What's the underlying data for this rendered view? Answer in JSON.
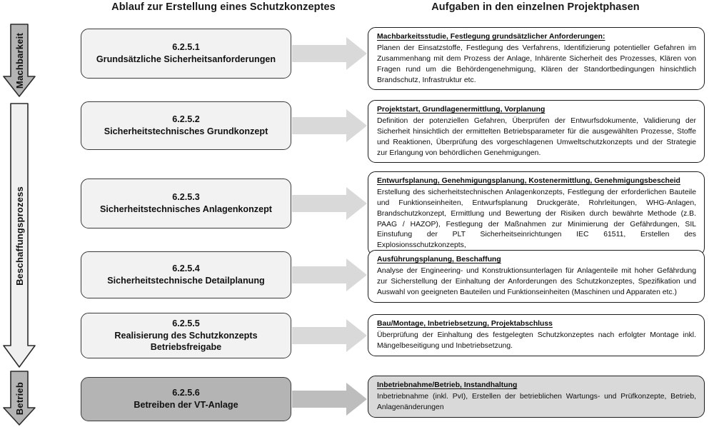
{
  "headers": {
    "left": "Ablauf zur Erstellung eines Schutzkonzeptes",
    "right": "Aufgaben in den einzelnen Projektphasen"
  },
  "phases": [
    {
      "label": "Machbarkeit",
      "fill": "#b4b4b4"
    },
    {
      "label": "Beschaffungsprozess",
      "fill": "#f0f0f0"
    },
    {
      "label": "Betrieb",
      "fill": "#b4b4b4"
    }
  ],
  "rows": [
    {
      "step_id": "6.2.5.1",
      "step_title": "Grundsätzliche Sicherheitsanforderungen",
      "task_head": "Machbarkeitsstudie, Festlegung grundsätzlicher Anforderungen:",
      "task_body": "Planen der Einsatzstoffe, Festlegung des Verfahrens, Identifizierung potentieller Gefahren im Zusammenhang mit dem Prozess der Anlage, Inhärente Sicherheit des Prozesses,  Klären von Fragen rund um die Behördengenehmigung, Klären der Standortbedingungen hinsichtlich Brandschutz, Infrastruktur etc.",
      "shaded": false
    },
    {
      "step_id": "6.2.5.2",
      "step_title": "Sicherheitstechnisches Grundkonzept",
      "task_head": "Projektstart, Grundlagenermittlung, Vorplanung",
      "task_body": "Definition der potenziellen Gefahren,  Überprüfen der Entwurfsdokumente, Validierung der Sicherheit hinsichtlich der ermittelten Betriebsparameter für die ausgewählten Prozesse, Stoffe und Reaktionen, Überprüfung des vorgeschlagenen Umweltschutzkonzepts und der Strategie zur Erlangung von behördlichen Genehmigungen.",
      "shaded": false
    },
    {
      "step_id": "6.2.5.3",
      "step_title": "Sicherheitstechnisches Anlagenkonzept",
      "task_head": "Entwurfsplanung, Genehmigungsplanung, Kostenermittlung, Genehmigungsbescheid",
      "task_body": "Erstellung des sicherheitstechnischen Anlagenkonzepts, Festlegung der erforderlichen Bauteile und Funktionseinheiten, Entwurfsplanung Druckgeräte, Rohrleitungen, WHG-Anlagen, Brandschutzkonzept, Ermittlung und Bewertung der Risiken durch bewährte Methode (z.B. PAAG / HAZOP), Festlegung der Maßnahmen zur Minimierung der Gefährdungen, SIL Einstufung der PLT Sicherheitseinrichtungen IEC 61511, Erstellen des Explosionsschutzkonzepts,",
      "shaded": false
    },
    {
      "step_id": "6.2.5.4",
      "step_title": "Sicherheitstechnische Detailplanung",
      "task_head": "Ausführungsplanung, Beschaffung",
      "task_body": "Analyse der Engineering- und Konstruktionsunterlagen für Anlagenteile mit hoher Gefährdung zur Sicherstellung der Einhaltung der Anforderungen des Schutzkonzeptes, Spezifikation und Auswahl von geeigneten Bauteilen und Funktionseinheiten (Maschinen und Apparaten etc.)",
      "shaded": false
    },
    {
      "step_id": "6.2.5.5",
      "step_title": "Realisierung des Schutzkonzepts\nBetriebsfreigabe",
      "task_head": "Bau/Montage, Inbetriebsetzung, Projektabschluss",
      "task_body": "Überprüfung der Einhaltung des festgelegten Schutzkonzeptes nach erfolgter Montage inkl. Mängelbeseitigung und Inbetriebsetzung.",
      "shaded": false
    },
    {
      "step_id": "6.2.5.6",
      "step_title": "Betreiben der VT-Anlage",
      "task_head": "Inbetriebnahme/Betrieb, Instandhaltung",
      "task_body": "Inbetriebnahme (inkl. PvI), Erstellen der betrieblichen Wartungs- und Prüfkonzepte, Betrieb, Anlagenänderungen",
      "shaded": true
    }
  ],
  "colors": {
    "box_fill": "#f2f2f2",
    "box_fill_shaded": "#b4b4b4",
    "task_fill": "#ffffff",
    "task_fill_shaded": "#d9d9d9",
    "arrow_fill": "#d9d9d9",
    "arrow_fill_shaded": "#bdbdbd",
    "border": "#3a3a3a"
  }
}
